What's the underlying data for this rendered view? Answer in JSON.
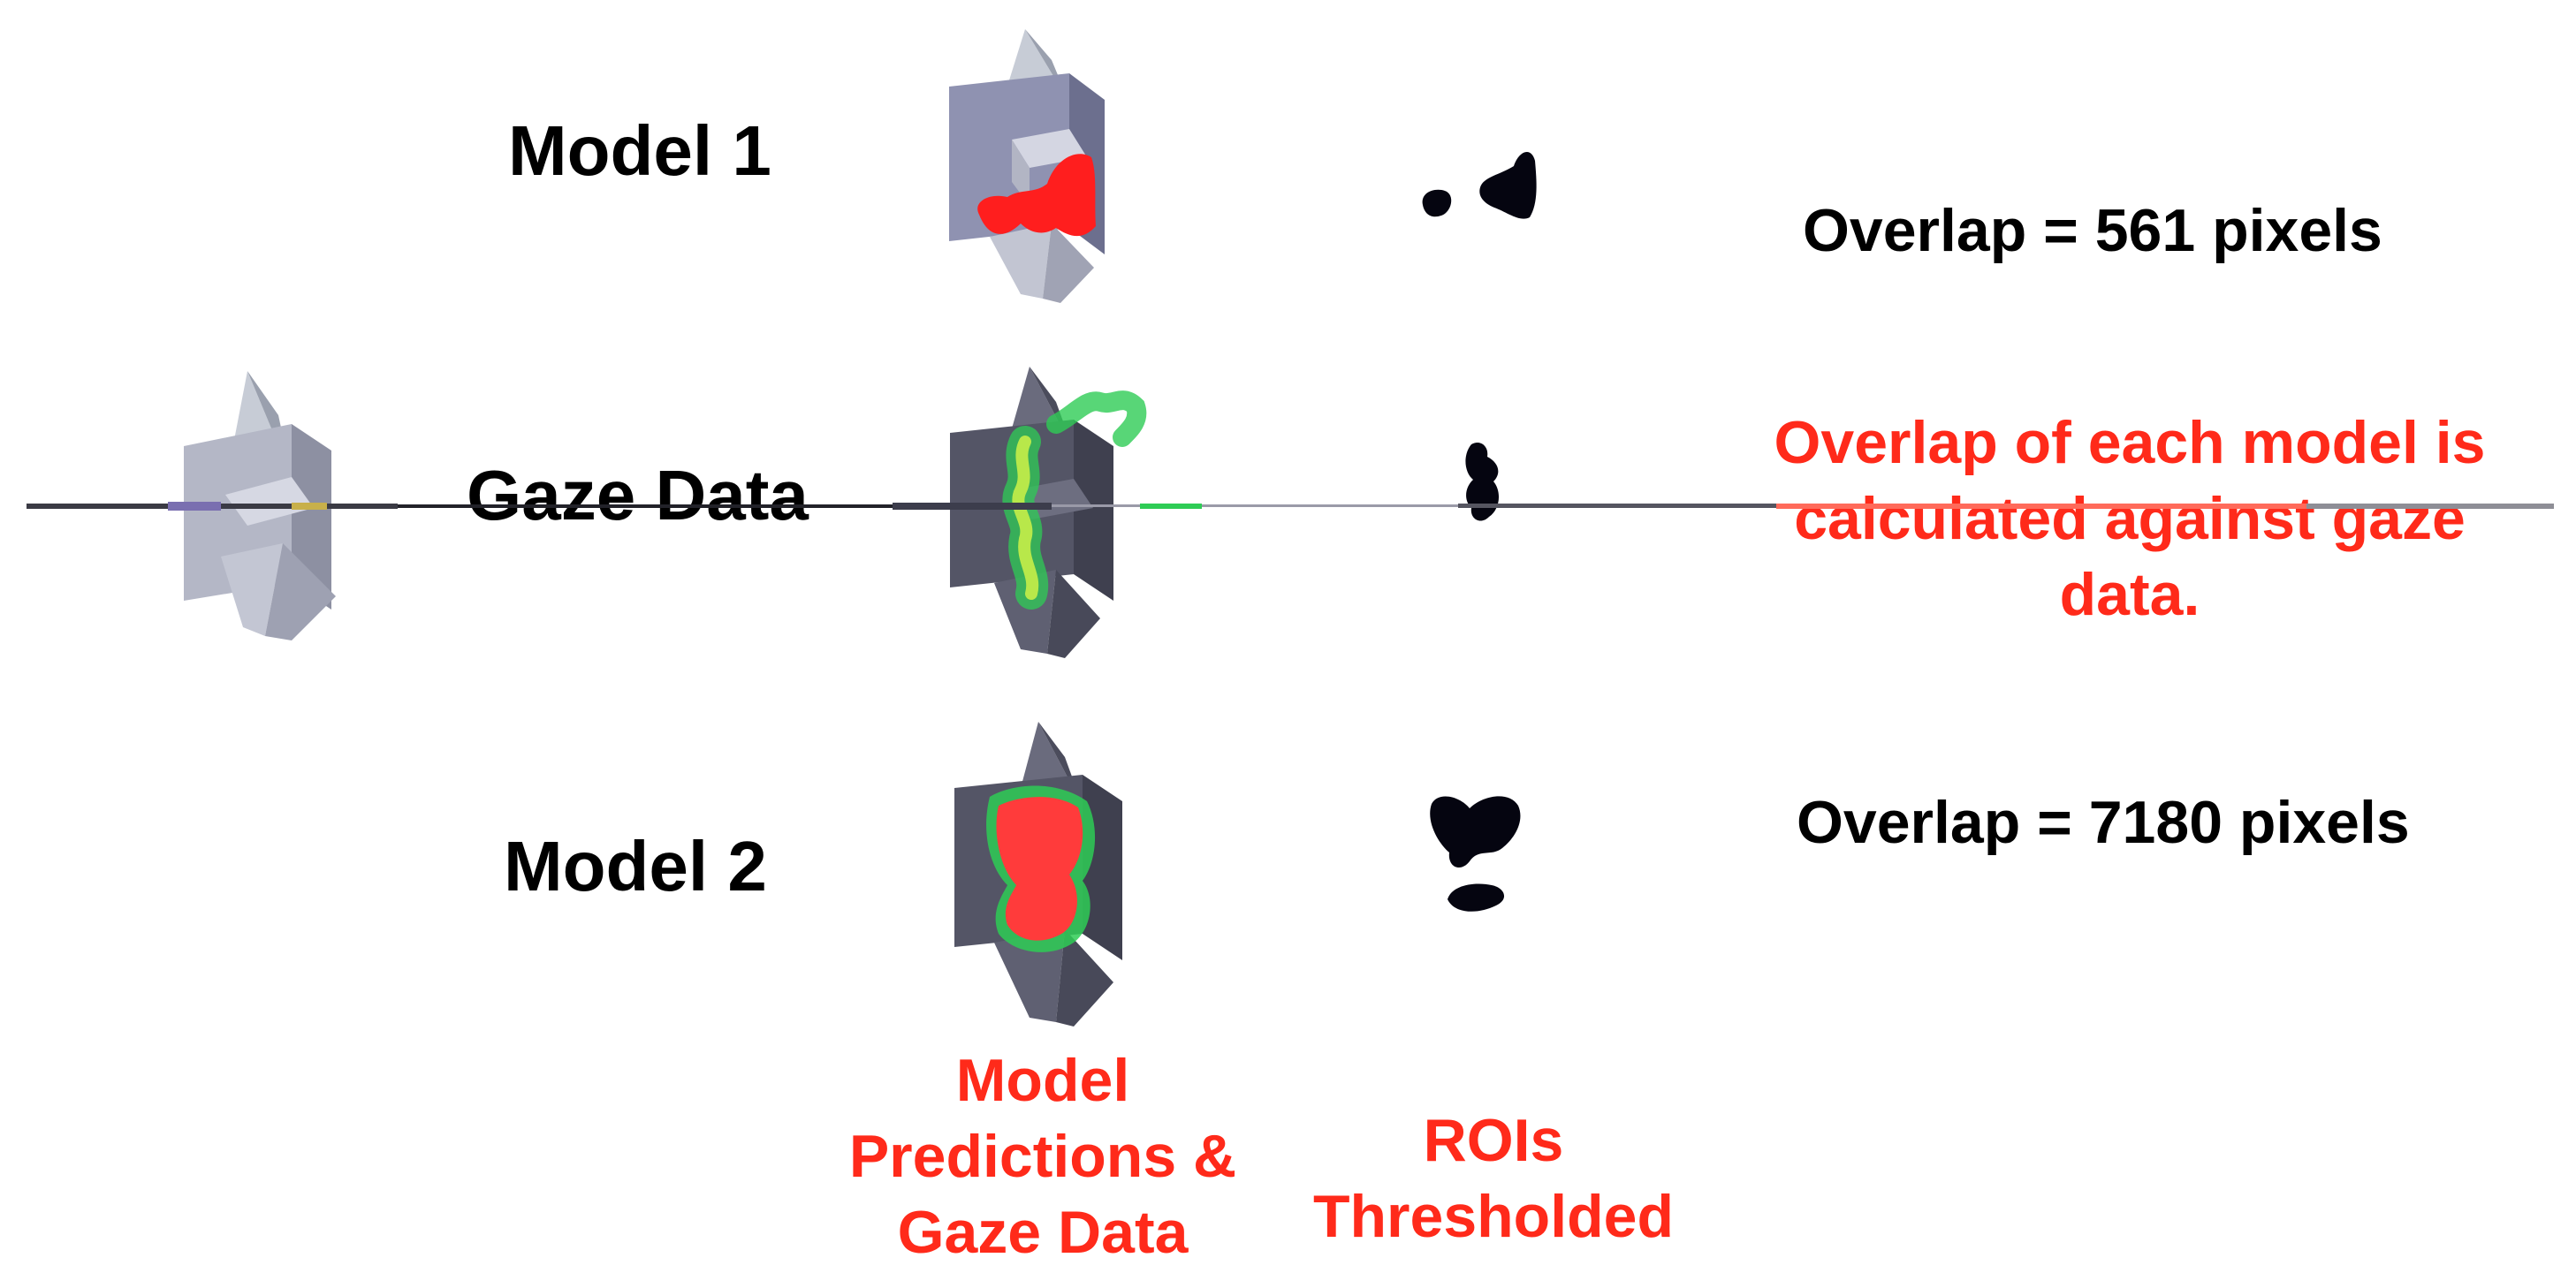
{
  "colors": {
    "accent": "#ff2a1a",
    "text": "#000000",
    "background": "#ffffff",
    "object_light": "#b9bccb",
    "object_dark": "#545566",
    "prediction_red": "#ff1e1e",
    "gaze_green": "#2ecc55",
    "roi_black": "#050510"
  },
  "rows": [
    {
      "label": "Model 1",
      "overlap": "Overlap = 561 pixels"
    },
    {
      "label": "Gaze Data",
      "note_lines": [
        "Overlap of each model is",
        "calculated against gaze",
        "data."
      ]
    },
    {
      "label": "Model 2",
      "overlap": "Overlap = 7180 pixels"
    }
  ],
  "columns": {
    "predictions_lines": [
      "Model",
      "Predictions &",
      "Gaze Data"
    ],
    "rois_lines": [
      "ROIs",
      "Thresholded"
    ]
  },
  "icons": [
    "input-object-3d-icon",
    "model1-prediction-icon",
    "gaze-heatmap-icon",
    "model2-prediction-icon",
    "roi-model1-icon",
    "roi-gaze-icon",
    "roi-model2-icon"
  ]
}
